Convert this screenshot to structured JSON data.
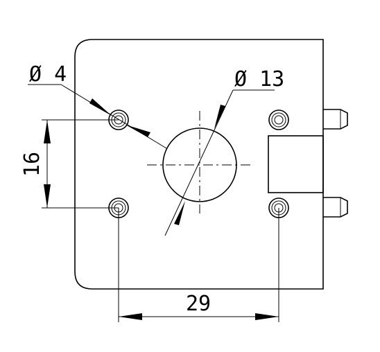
{
  "dimensions": {
    "hole_diameter": "Ø 4",
    "center_diameter": "Ø 13",
    "vertical_spacing": "16",
    "horizontal_spacing": "29"
  }
}
